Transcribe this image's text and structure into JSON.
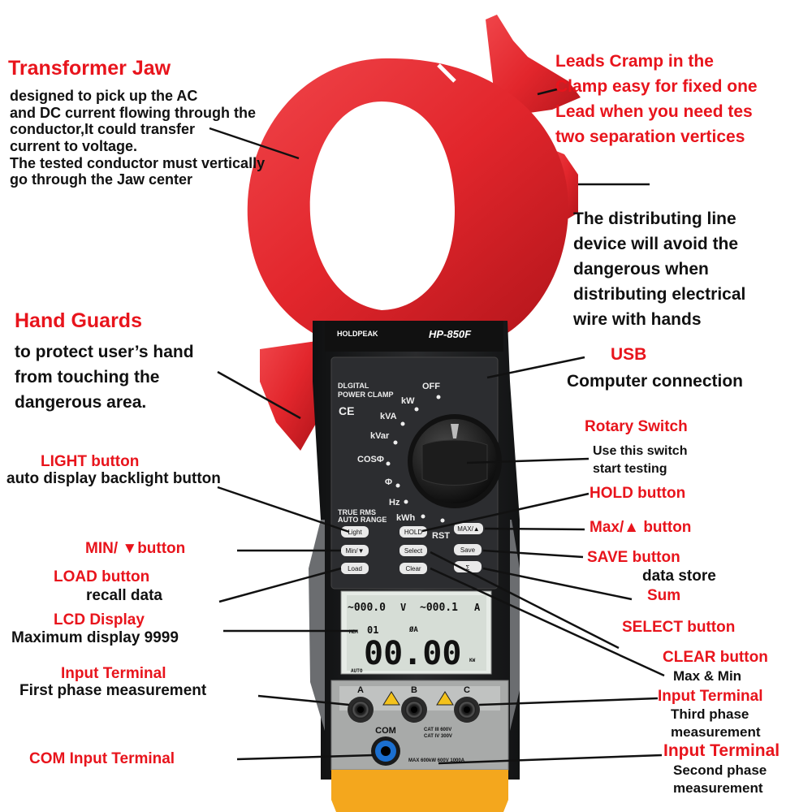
{
  "colors": {
    "accent_red": "#e8141c",
    "jaw_red": "#e53035",
    "body_dark": "#1f2022",
    "panel_gray": "#a8aaa9",
    "lcd": "#d6ddd6",
    "boot_yellow": "#f4a71d"
  },
  "device": {
    "brand": "HOLDPEAK",
    "model": "HP-850F",
    "panel_title": [
      "DLGITAL",
      "POWER CLAMP"
    ],
    "ce_mark": "CE",
    "true_rms": "TRUE RMS",
    "auto_range": "AUTO RANGE",
    "dial_positions": [
      "OFF",
      "kW",
      "kVA",
      "kVar",
      "COSΦ",
      "Φ",
      "Hz",
      "kWh"
    ],
    "rst_label": "RST",
    "buttons": {
      "light": "Light",
      "hold": "HOLD",
      "max_up": "MAX/▲",
      "min_down": "Min/▼",
      "select": "Select",
      "save": "Save",
      "load": "Load",
      "clear": "Clear",
      "sum": "Σ"
    },
    "lcd": {
      "top_left": "~000.0",
      "top_left_unit": "V",
      "top_right": "~000.1",
      "top_right_unit": "A",
      "mem_label": "MEM",
      "mem_value": "01",
      "phase_symbol": "ØA",
      "main_value": "00.00",
      "main_unit": "KW",
      "auto": "AUTO"
    },
    "terminals": {
      "a": "A",
      "b": "B",
      "c": "C",
      "com": "COM",
      "cat_rating": [
        "CAT III 600V",
        "CAT IV 300V"
      ],
      "bottom_strip": "MAX 600kW  600V  1000A"
    }
  },
  "annotations": {
    "transformer_jaw": {
      "title": "Transformer Jaw",
      "lines": [
        "designed to pick up the AC",
        "and DC current flowing through the",
        "conductor,It could transfer",
        "current to voltage.",
        "The tested conductor must vertically",
        "go through the Jaw center"
      ]
    },
    "leads_cramp": {
      "lines": [
        "Leads Cramp in the",
        "Clamp easy for fixed one",
        "Lead when you need tes",
        "two separation vertices"
      ]
    },
    "distributing": {
      "lines": [
        "The distributing line",
        "device will avoid the",
        "dangerous when",
        "distributing electrical",
        "wire with hands"
      ]
    },
    "hand_guards": {
      "title": "Hand Guards",
      "lines": [
        "to protect user’s hand",
        "from touching the",
        "dangerous area."
      ]
    },
    "usb": {
      "title": "USB",
      "desc": "Computer connection"
    },
    "rotary": {
      "title": "Rotary Switch",
      "lines": [
        "Use this switch",
        "start testing"
      ]
    },
    "light": {
      "title": "LIGHT button",
      "desc": "auto display backlight button"
    },
    "hold": {
      "title": "HOLD button"
    },
    "max": {
      "title": "Max/▲  button"
    },
    "min": {
      "title": "MIN/ ▼button"
    },
    "save": {
      "title": "SAVE button",
      "desc": "data store"
    },
    "load": {
      "title": "LOAD button",
      "desc": "recall data"
    },
    "sum": {
      "title": "Sum"
    },
    "lcd": {
      "title": "LCD Display",
      "desc": "Maximum display 9999"
    },
    "select": {
      "title": "SELECT button"
    },
    "clear": {
      "title": "CLEAR button",
      "desc": "Max & Min"
    },
    "input_first": {
      "title": "Input Terminal",
      "desc": "First phase measurement"
    },
    "input_third": {
      "title": "Input Terminal",
      "lines": [
        "Third phase",
        "measurement"
      ]
    },
    "input_second": {
      "title": "Input Terminal",
      "lines": [
        "Second phase",
        "measurement"
      ]
    },
    "com_input": {
      "title": "COM Input Terminal"
    }
  }
}
